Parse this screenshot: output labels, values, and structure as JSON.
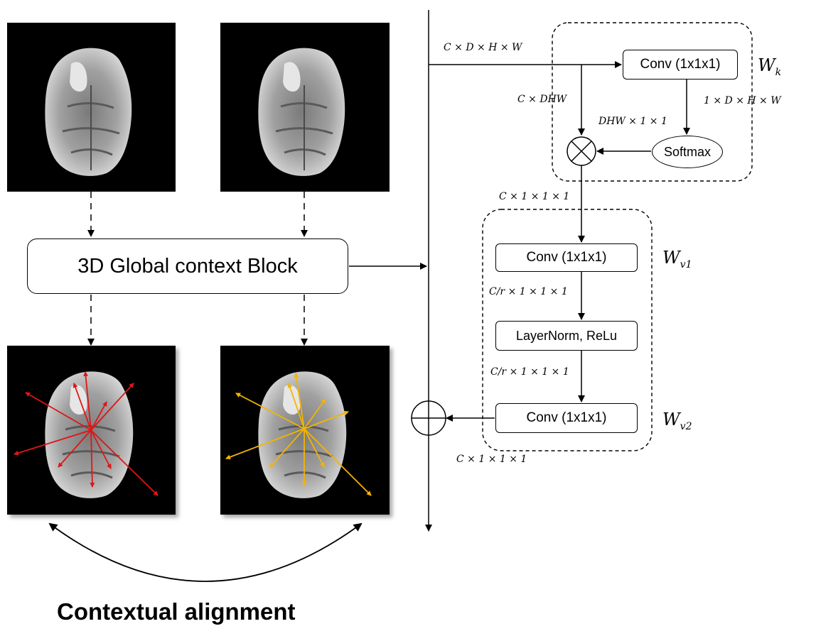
{
  "blocks": {
    "global_context": "3D Global context Block",
    "conv_k": "Conv (1x1x1)",
    "softmax": "Softmax",
    "conv_v1": "Conv (1x1x1)",
    "layernorm": "LayerNorm, ReLu",
    "conv_v2": "Conv (1x1x1)"
  },
  "dimension_labels": {
    "input": "C × D × H × W",
    "reshape": "C × DHW",
    "conv_k_out": "1 × D × H × W",
    "softmax_in": "DHW × 1 × 1",
    "pooled": "C × 1 × 1 × 1",
    "after_conv_v1": "C/r × 1 × 1 × 1",
    "after_layernorm": "C/r × 1 × 1 × 1",
    "output": "C × 1 × 1 × 1"
  },
  "weight_labels": {
    "wk": "W",
    "wk_sub": "k",
    "wv1": "W",
    "wv1_sub": "v1",
    "wv2": "W",
    "wv2_sub": "v2"
  },
  "caption": "Contextual alignment",
  "colors": {
    "background": "#ffffff",
    "stroke": "#000000",
    "red_vectors": "#e01515",
    "yellow_vectors": "#f4b400",
    "image_background": "#000000"
  }
}
